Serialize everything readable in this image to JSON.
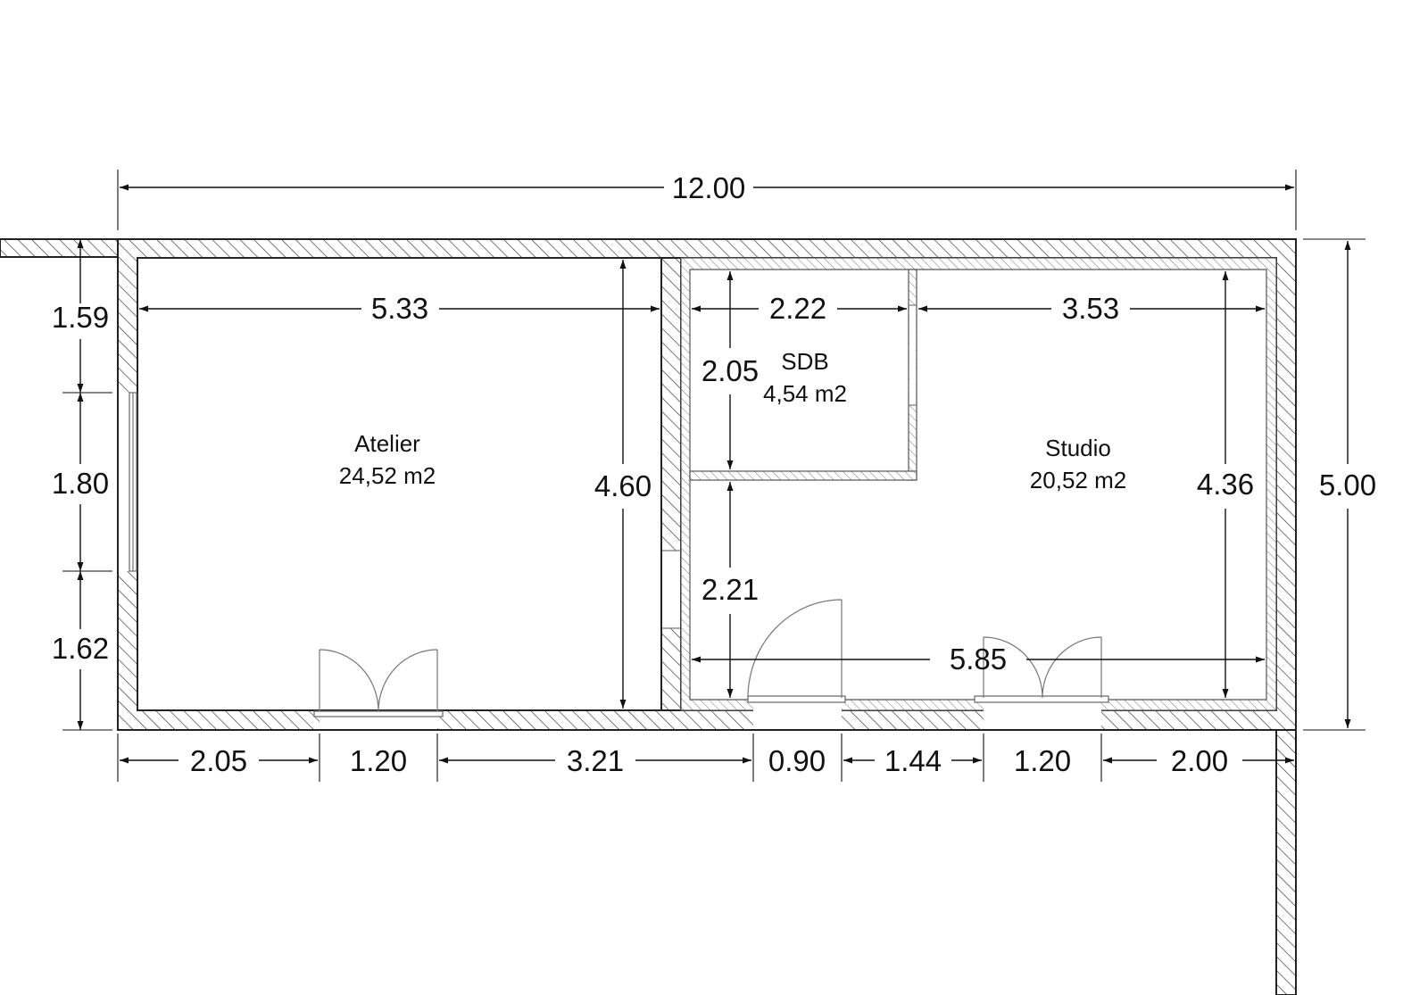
{
  "rooms": [
    {
      "name": "Atelier",
      "area": "24,52 m2"
    },
    {
      "name": "SDB",
      "area": "4,54 m2"
    },
    {
      "name": "Studio",
      "area": "20,52 m2"
    }
  ],
  "dimensions": {
    "overall_width": "12.00",
    "overall_height": "5.00",
    "atelier_width": "5.33",
    "atelier_height": "4.60",
    "sdb_width": "2.22",
    "studio_width_top": "3.53",
    "sdb_height": "2.05",
    "lower_height": "2.21",
    "studio_height": "4.36",
    "studio_width_bottom": "5.85",
    "left_top": "1.59",
    "left_window": "1.80",
    "left_bottom": "1.62",
    "bottom": [
      "2.05",
      "1.20",
      "3.21",
      "0.90",
      "1.44",
      "1.20",
      "2.00"
    ]
  }
}
